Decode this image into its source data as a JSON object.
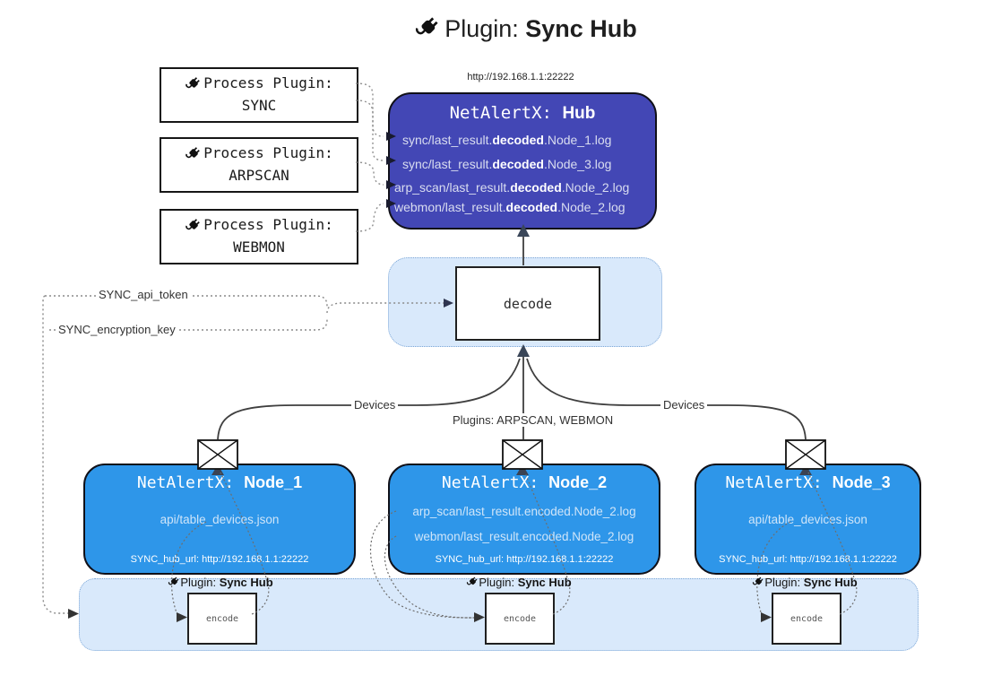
{
  "title": {
    "prefix": "Plugin: ",
    "bold": "Sync Hub"
  },
  "hub": {
    "url": "http://192.168.1.1:22222",
    "title_prefix": "NetAlertX: ",
    "title_bold": "Hub",
    "lines": [
      {
        "prefix": "sync/last_result.",
        "bold": "decoded",
        "suffix": ".Node_1.log"
      },
      {
        "prefix": "sync/last_result.",
        "bold": "decoded",
        "suffix": ".Node_3.log"
      },
      {
        "prefix": "arp_scan/last_result.",
        "bold": "decoded",
        "suffix": ".Node_2.log"
      },
      {
        "prefix": "webmon/last_result.",
        "bold": "decoded",
        "suffix": ".Node_2.log"
      }
    ]
  },
  "process_plugins": [
    {
      "label": "Process Plugin:",
      "name": "SYNC"
    },
    {
      "label": "Process Plugin:",
      "name": "ARPSCAN"
    },
    {
      "label": "Process Plugin:",
      "name": "WEBMON"
    }
  ],
  "decode": {
    "label": "decode"
  },
  "labels": {
    "sync_api_token": "SYNC_api_token",
    "sync_encryption_key": "SYNC_encryption_key",
    "devices_left": "Devices",
    "devices_right": "Devices",
    "plugins_middle": "Plugins: ARPSCAN, WEBMON"
  },
  "nodes": [
    {
      "title_prefix": "NetAlertX: ",
      "title_bold": "Node_1",
      "files": [
        "api/table_devices.json"
      ],
      "hub_url": "SYNC_hub_url: http://192.168.1.1:22222"
    },
    {
      "title_prefix": "NetAlertX: ",
      "title_bold": "Node_2",
      "files": [
        "arp_scan/last_result.encoded.Node_2.log",
        "webmon/last_result.encoded.Node_2.log"
      ],
      "hub_url": "SYNC_hub_url: http://192.168.1.1:22222"
    },
    {
      "title_prefix": "NetAlertX: ",
      "title_bold": "Node_3",
      "files": [
        "api/table_devices.json"
      ],
      "hub_url": "SYNC_hub_url: http://192.168.1.1:22222"
    }
  ],
  "encoders": [
    {
      "label_prefix": "Plugin: ",
      "label_bold": "Sync Hub",
      "box": "encode"
    },
    {
      "label_prefix": "Plugin: ",
      "label_bold": "Sync Hub",
      "box": "encode"
    },
    {
      "label_prefix": "Plugin: ",
      "label_bold": "Sync Hub",
      "box": "encode"
    }
  ],
  "colors": {
    "hub_fill": "#4347b5",
    "node_fill": "#2e96e9",
    "panel_fill": "#d9e9fb",
    "panel_border": "#7fa8d7",
    "line": "#3f3f3f",
    "arrow_dark": "#3a4658"
  }
}
